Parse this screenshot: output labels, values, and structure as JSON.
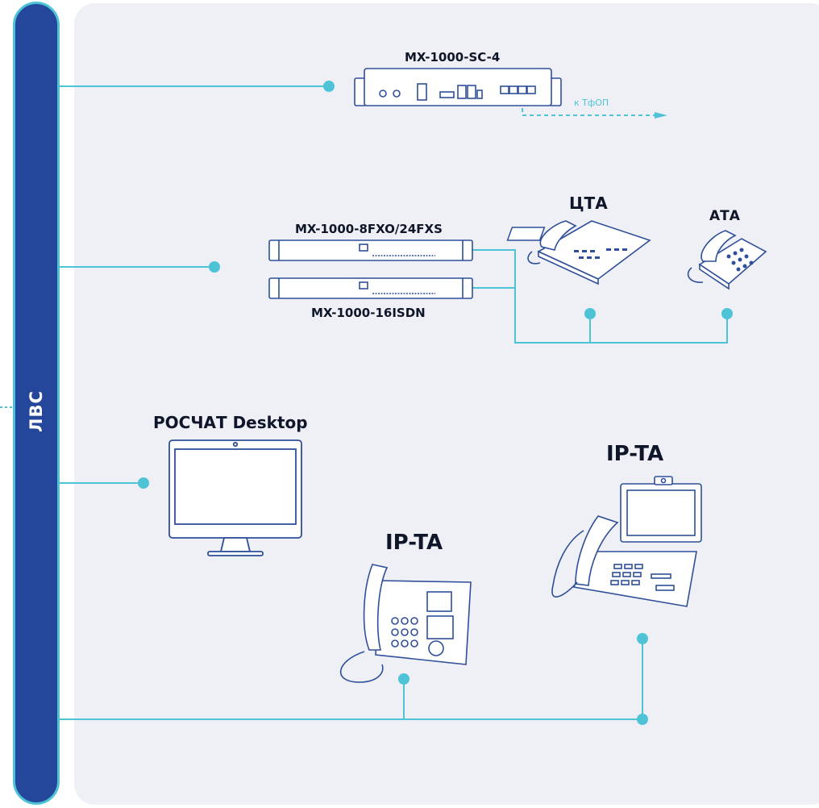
{
  "bus": {
    "label": "ЛВС"
  },
  "devices": {
    "sc4": {
      "label": "MX-1000-SC-4",
      "note": "к ТфОП"
    },
    "fxo": {
      "label": "MX-1000-8FXO/24FXS"
    },
    "isdn": {
      "label": "MX-1000-16ISDN"
    },
    "cta": {
      "label": "ЦТА"
    },
    "ata": {
      "label": "АТА"
    },
    "desktop": {
      "label": "РОСЧАТ Desktop"
    },
    "ipta_left": {
      "label": "IP-TA"
    },
    "ipta_right": {
      "label": "IP-TA"
    }
  },
  "colors": {
    "bus_fill": "#24479b",
    "bus_border": "#4ec3d6",
    "link": "#4ec3d6",
    "device_stroke": "#2f4f9a",
    "panel": "#eef0f5"
  }
}
